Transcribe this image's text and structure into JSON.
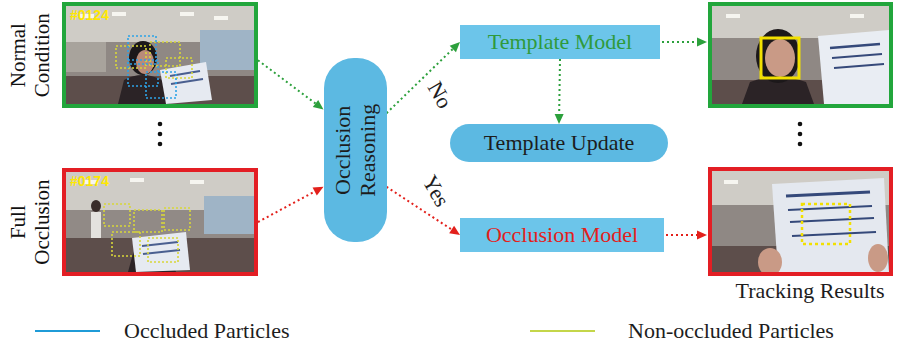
{
  "diagram": {
    "nodes": [
      {
        "text": [
          "Normal Condition",
          "#0124"
        ]
      },
      {
        "text": [
          "Full Occlusion",
          "#0174"
        ]
      },
      {
        "text": [
          "Occlusion Reasoning"
        ]
      },
      {
        "text": [
          "Template Model"
        ]
      },
      {
        "text": [
          "Template Update"
        ]
      },
      {
        "text": [
          "Occlusion Model"
        ]
      }
    ],
    "edges": [
      {
        "from": 0,
        "to": 2,
        "arrow": "to"
      },
      {
        "from": 1,
        "to": 2,
        "arrow": "to"
      },
      {
        "from": 2,
        "to": 3,
        "label": "No",
        "arrow": "to"
      },
      {
        "from": 2,
        "to": 5,
        "label": "Yes",
        "arrow": "to"
      },
      {
        "from": 3,
        "to": 4,
        "arrow": "to"
      }
    ],
    "labels": [
      "Tracking Results"
    ],
    "legend": [
      {
        "text": "Occluded Particles"
      },
      {
        "text": "Non-occluded Particles"
      }
    ]
  }
}
